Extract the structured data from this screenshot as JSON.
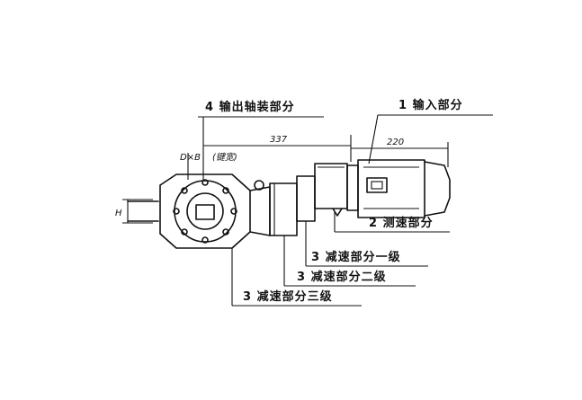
{
  "labels": {
    "output_shaft": "4 输出轴装部分",
    "input": "1 输入部分",
    "speed_measure": "2 测速部分",
    "reduction_stage1": "3 减速部分一级",
    "reduction_stage2": "3 减速部分二级",
    "reduction_stage3": "3 减速部分三级"
  },
  "dimensions": {
    "overall": "337",
    "motor": "220",
    "bore": "D×B",
    "bore_note": "(键宽)",
    "height": "H"
  }
}
